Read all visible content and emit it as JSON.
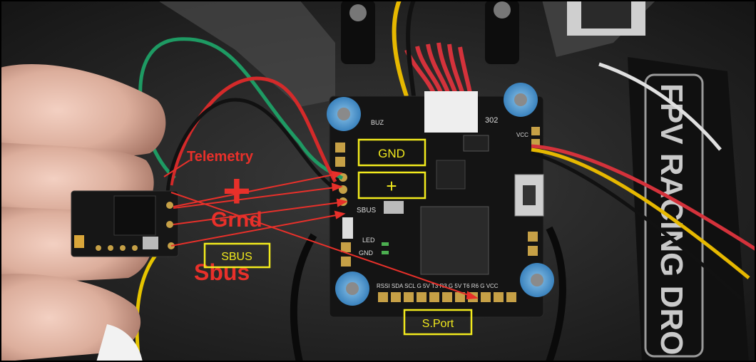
{
  "photo": {
    "labels": {
      "telemetry": "Telemetry",
      "plus_symbol": "+",
      "grnd": "Grnd",
      "sbus_handwritten": "Sbus"
    },
    "boxes": {
      "gnd": "GND",
      "plus": "+",
      "sbus": "SBUS",
      "s_port": "S.Port"
    },
    "sticker_text": "FPV RACING DRO",
    "board_silkscreen": {
      "connector_number": "302",
      "sbus_pad": "SBUS",
      "gnd_pad": "GND",
      "led_pad": "LED",
      "bottom_pads": "RSSI  SDA  SCL  G  5V  T3  R3  G  5V  T6  R6  G  VCC",
      "buz": "BUZ",
      "vcc": "VCC"
    },
    "colors": {
      "annotation_red": "#e8302a",
      "box_yellow": "#f2ea1d",
      "board": "#141414",
      "standoff_blue": "#5aa3d6"
    }
  }
}
